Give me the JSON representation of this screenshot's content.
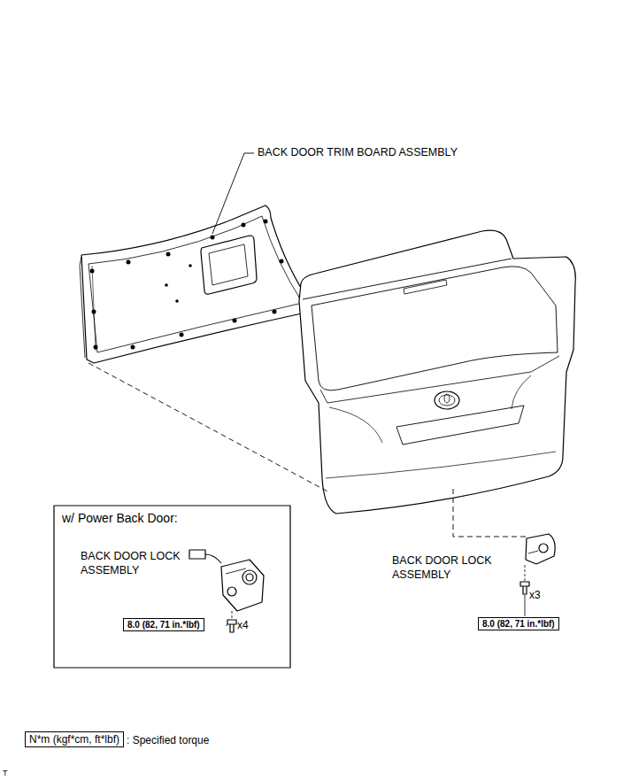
{
  "diagram": {
    "nodes": [
      {
        "text": [
          "w/ Power Back Door:"
        ]
      },
      {
        "text": [
          "8.0 (82, 71 in.*lbf)"
        ],
        "in": 0
      },
      {
        "text": [
          "8.0 (82, 71 in.*lbf)"
        ]
      },
      {
        "text": [
          "N*m (kgf*cm, ft*lbf)"
        ]
      }
    ],
    "edges": [],
    "labels": [
      "BACK DOOR TRIM BOARD ASSEMBLY",
      "BACK DOOR LOCK ASSEMBLY",
      "x4",
      "BACK DOOR LOCK ASSEMBLY",
      "x3",
      ": Specified torque",
      "T"
    ]
  }
}
